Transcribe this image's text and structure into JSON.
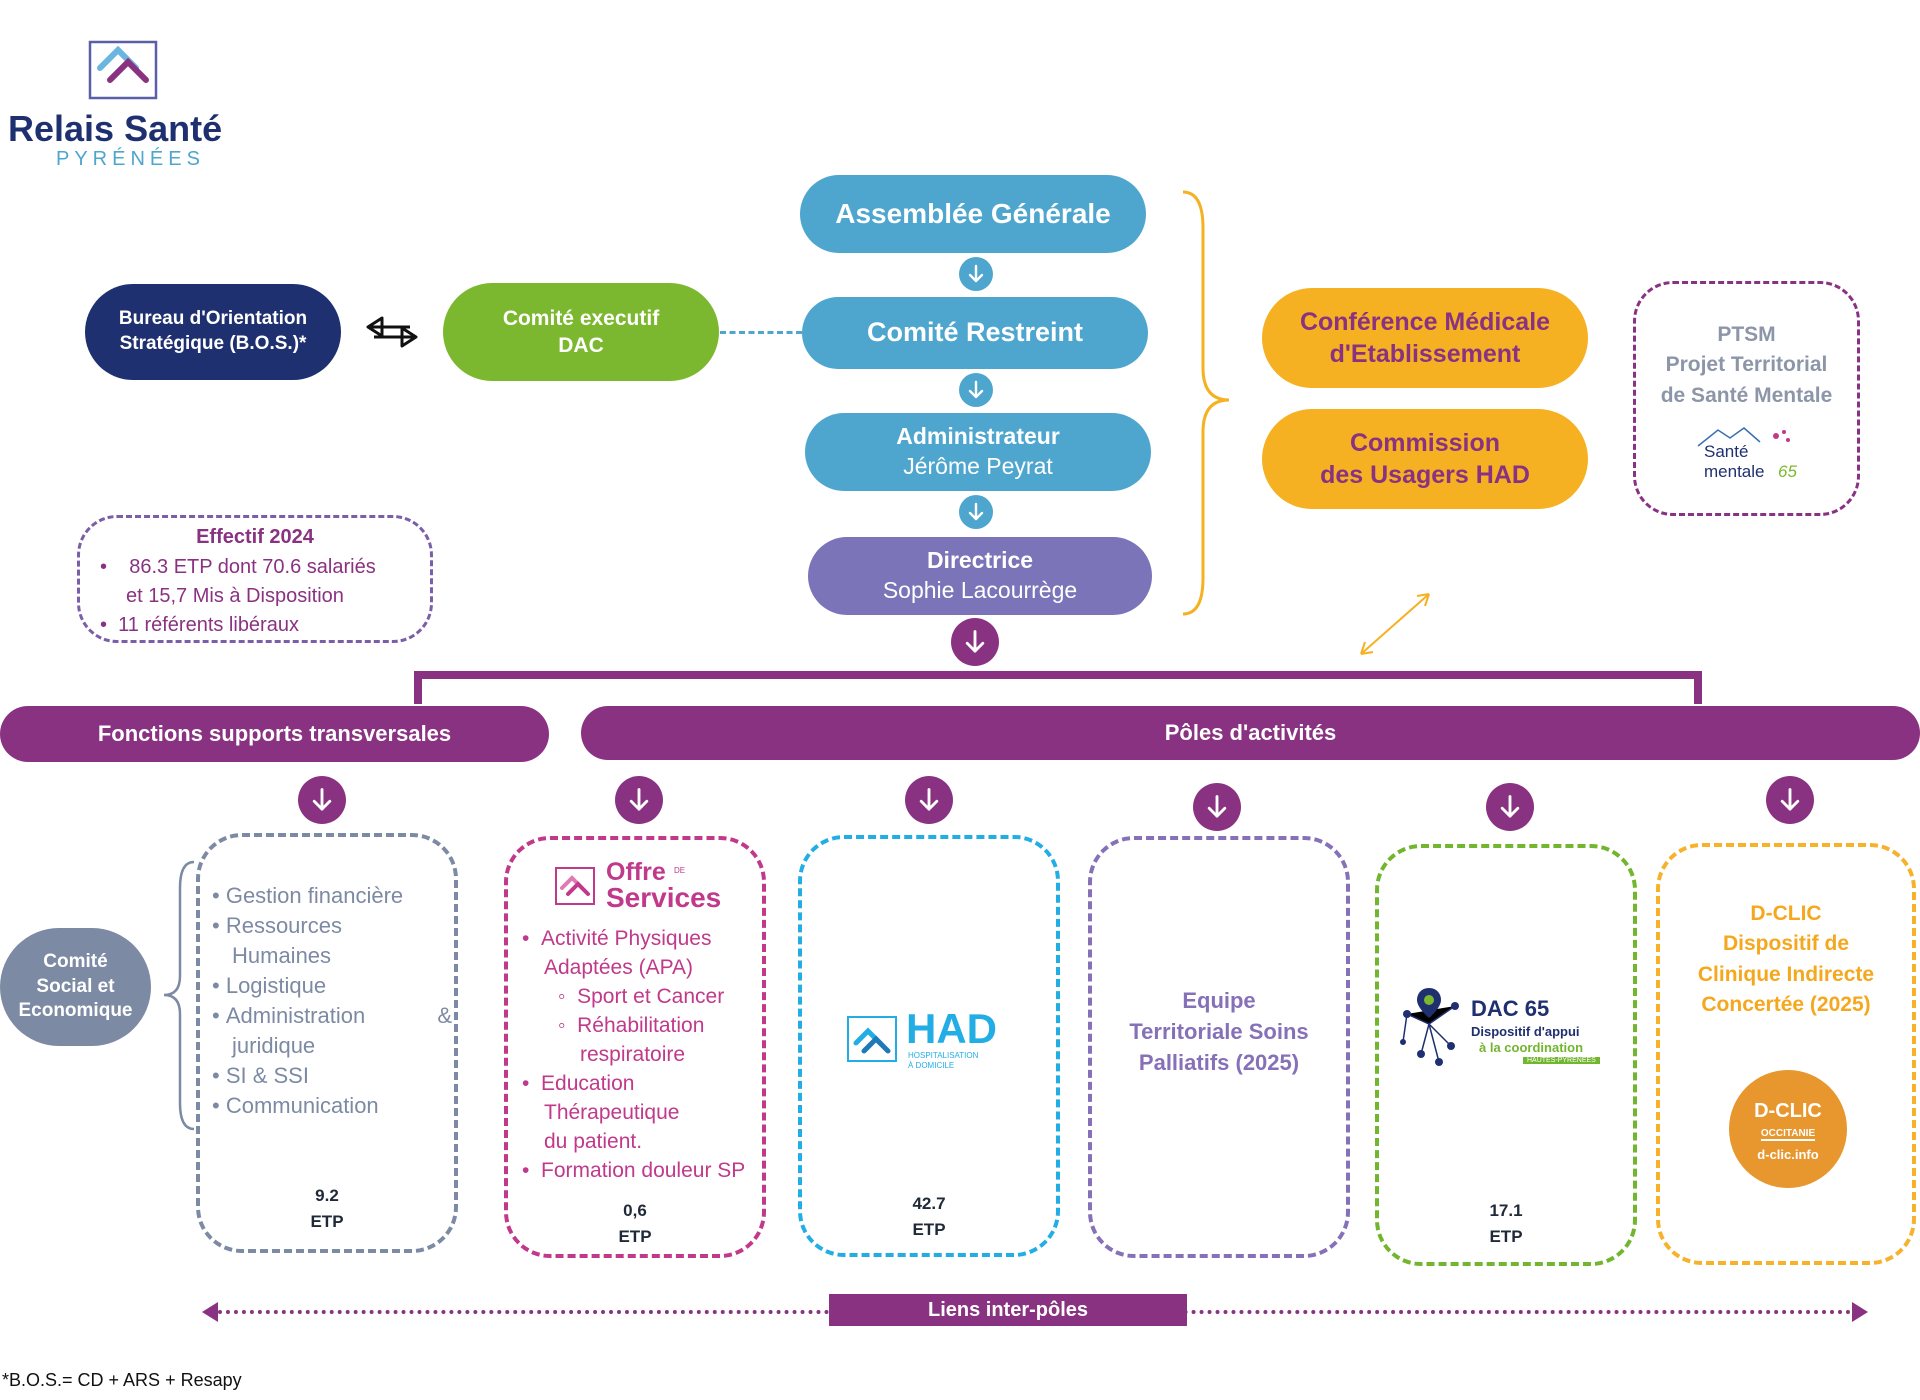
{
  "logo": {
    "name_line1": "Relais Santé",
    "name_line2": "PYRÉNÉES"
  },
  "governance": {
    "assemblee": "Assemblée Générale",
    "comite_restreint": "Comité Restreint",
    "administrateur_title": "Administrateur",
    "administrateur_name": "Jérôme Peyrat",
    "directrice_title": "Directrice",
    "directrice_name": "Sophie Lacourrège"
  },
  "bos": {
    "line1": "Bureau d'Orientation",
    "line2": "Stratégique (B.O.S.)*"
  },
  "comite_exec": {
    "line1": "Comité executif",
    "line2": "DAC"
  },
  "cme": {
    "line1": "Conférence Médicale",
    "line2": "d'Etablissement"
  },
  "cdu": {
    "line1": "Commission",
    "line2": "des Usagers HAD"
  },
  "ptsm": {
    "line1": "PTSM",
    "line2": "Projet Territorial",
    "line3": "de Santé Mentale",
    "logo_word1": "Santé",
    "logo_word2": "mentale",
    "logo_num": "65"
  },
  "effectif": {
    "title": "Effectif 2024",
    "item1_a": "86.3 ETP dont 70.6 salariés",
    "item1_b": "et 15,7 Mis à Disposition",
    "item2": "11 référents libéraux"
  },
  "bars": {
    "support": "Fonctions supports transversales",
    "poles": "Pôles d'activités"
  },
  "comite_social": {
    "line1": "Comité",
    "line2": "Social et",
    "line3": "Economique"
  },
  "support_list": {
    "items": [
      "Gestion financière",
      "Ressources",
      "Humaines",
      "Logistique",
      "Administration",
      "&",
      "juridique",
      "SI & SSI",
      "Communication"
    ],
    "etp_value": "9.2",
    "etp_label": "ETP"
  },
  "offre": {
    "logo_line1": "Offre",
    "logo_de": "DE",
    "logo_line2": "Services",
    "items": [
      "Activité Physiques",
      "Adaptées (APA)",
      "Sport et Cancer",
      "Réhabilitation",
      "respiratoire",
      "Education",
      "Thérapeutique",
      "du patient.",
      "Formation douleur SP"
    ],
    "etp_value": "0,6",
    "etp_label": "ETP"
  },
  "had": {
    "logo_text": "HAD",
    "logo_sub1": "HOSPITALISATION",
    "logo_sub2": "À DOMICILE",
    "etp_value": "42.7",
    "etp_label": "ETP"
  },
  "soins": {
    "line1": "Equipe",
    "line2": "Territoriale Soins",
    "line3": "Palliatifs (2025)"
  },
  "dac": {
    "logo_title": "DAC 65",
    "logo_line1": "Dispositif d'appui",
    "logo_line2": "à la coordination",
    "logo_line3": "HAUTES-PYRÉNÉES",
    "etp_value": "17.1",
    "etp_label": "ETP"
  },
  "dclic": {
    "line1": "D-CLIC",
    "line2": "Dispositif de",
    "line3": "Clinique Indirecte",
    "line4": "Concertée (2025)",
    "badge_line1": "D-CLIC",
    "badge_line2": "OCCITANIE",
    "badge_line3": "d-clic.info"
  },
  "liens": "Liens inter-pôles",
  "footnote": "*B.O.S.= CD + ARS + Resapy",
  "colors": {
    "navy": "#1f3070",
    "green": "#7cb82f",
    "blue": "#4ea6cf",
    "purple_light": "#7b74b8",
    "plum": "#8a3282",
    "orange": "#f5b121",
    "gray_slate": "#7d8aa3",
    "pink": "#c0398a",
    "cyan": "#22aee5",
    "lavender": "#8670b8",
    "lime": "#72b52e",
    "amber": "#f7b22c"
  }
}
